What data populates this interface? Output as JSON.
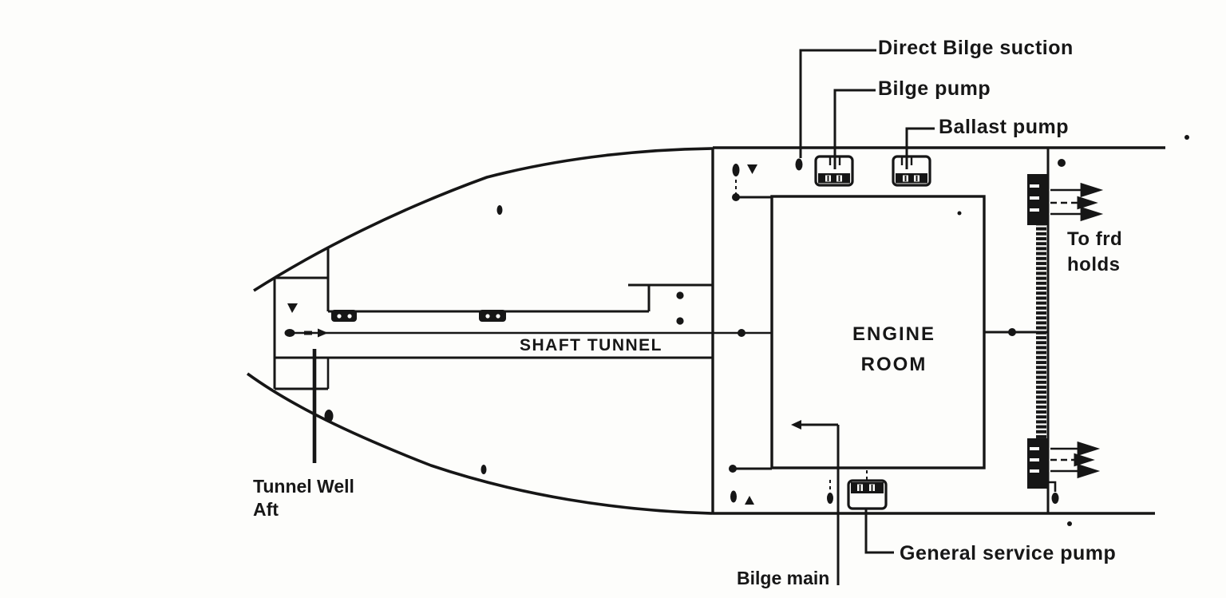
{
  "title": "Ship bilge and ballast piping diagram - aft section",
  "colors": {
    "ink": "#161616",
    "paper": "#fdfdfb"
  },
  "labels": {
    "direct_bilge_suction": "Direct Bilge suction",
    "bilge_pump": "Bilge pump",
    "ballast_pump": "Ballast pump",
    "to_frd_holds": [
      "To frd",
      "holds"
    ],
    "engine_room": [
      "ENGINE",
      "ROOM"
    ],
    "shaft_tunnel": "SHAFT TUNNEL",
    "tunnel_well_aft": [
      "Tunnel Well",
      "Aft"
    ],
    "general_service_pump": "General service pump",
    "bilge_main": "Bilge main"
  }
}
